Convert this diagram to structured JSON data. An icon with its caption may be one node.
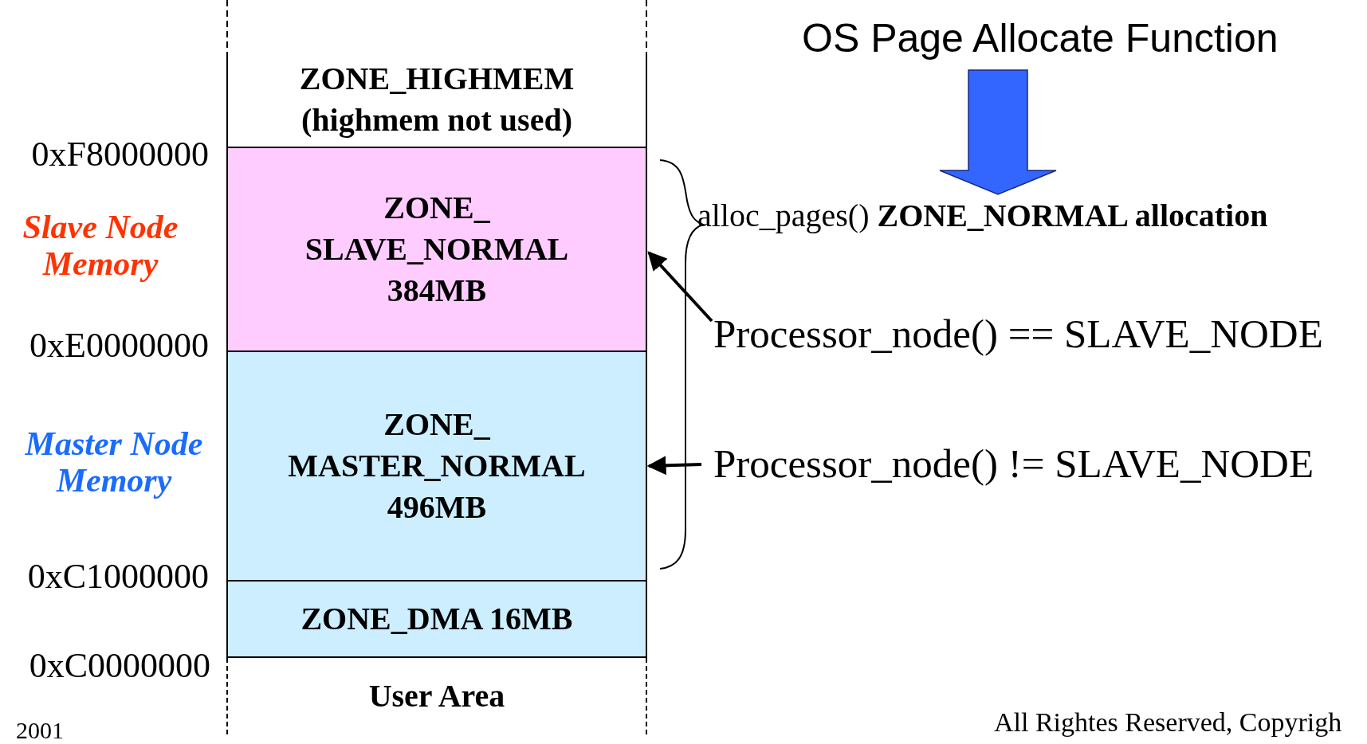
{
  "diagram": {
    "nodes": [
      {
        "text": [
          "ZONE_HIGHMEM (highmem not used)"
        ]
      },
      {
        "text": [
          "ZONE_ SLAVE_NORMAL 384MB"
        ]
      },
      {
        "text": [
          "ZONE_ MASTER_NORMAL 496MB"
        ]
      },
      {
        "text": [
          "ZONE_DMA 16MB"
        ]
      },
      {
        "text": [
          "User Area"
        ]
      },
      {
        "text": [
          "OS Page Allocate Function"
        ]
      },
      {
        "text": [
          "alloc_pages() **ZONE_NORMAL allocation**"
        ]
      },
      {
        "text": [
          "Processor_node() == SLAVE_NODE"
        ]
      },
      {
        "text": [
          "Processor_node() != SLAVE_NODE"
        ]
      }
    ],
    "edges": [
      {
        "from": 5,
        "to": 6,
        "arrow": "to",
        "style": "thick",
        "color": "#3366ff"
      },
      {
        "from": 7,
        "to": 1,
        "arrow": "to"
      },
      {
        "from": 8,
        "to": 2,
        "arrow": "to"
      }
    ],
    "labels": [
      "0xF8000000",
      "Slave Node Memory",
      "0xE0000000",
      "Master Node Memory",
      "0xC1000000",
      "0xC0000000",
      "2001",
      "All Rightes Reserved, Copyrigh"
    ]
  }
}
